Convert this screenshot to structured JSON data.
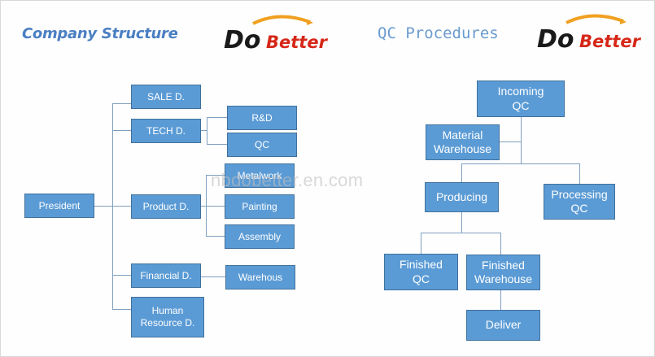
{
  "header": {
    "left_title": "Company Structure",
    "right_title": "QC Procedures",
    "logo_text_do": "Do",
    "logo_text_better": "Better"
  },
  "watermark": "nbdobetter.en.com",
  "org_chart": {
    "president": "President",
    "departments": {
      "sale": "SALE D.",
      "tech": "TECH D.",
      "product": "Product D.",
      "financial": "Financial D.",
      "human": "Human\nResource D."
    },
    "sub_units": {
      "rnd": "R&D",
      "qc": "QC",
      "metalwork": "Metalwork",
      "painting": "Painting",
      "assembly": "Assembly",
      "warehous": "Warehous"
    }
  },
  "qc_flow": {
    "incoming_qc": "Incoming\nQC",
    "material_warehouse": "Material\nWarehouse",
    "producing": "Producing",
    "processing_qc": "Processing\nQC",
    "finished_qc": "Finished\nQC",
    "finished_warehouse": "Finished\nWarehouse",
    "deliver": "Deliver"
  },
  "colors": {
    "box_fill": "#5b9bd5",
    "box_border": "#41719c",
    "connector": "#7f9fbf",
    "logo_do": "#1a1a1a",
    "logo_better": "#d62718",
    "logo_swoosh": "#f0a020"
  }
}
